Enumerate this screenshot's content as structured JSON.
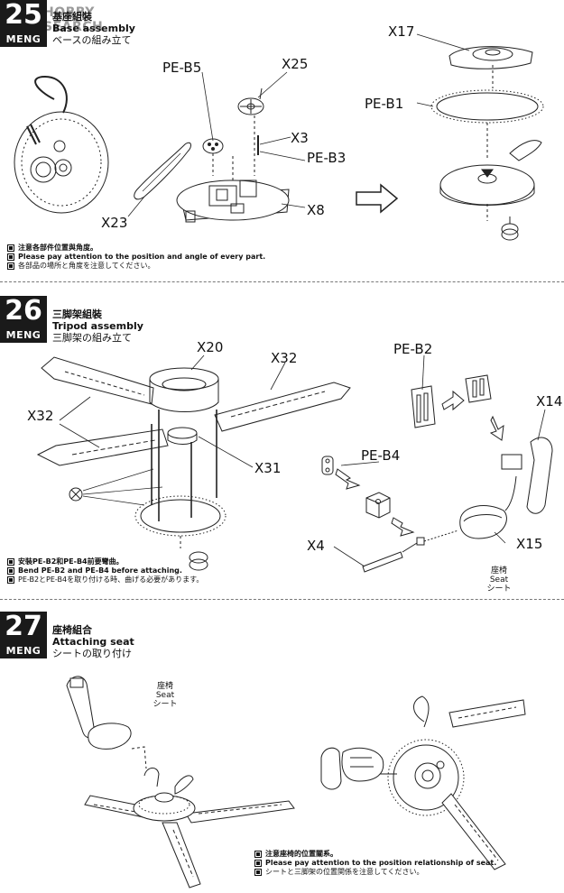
{
  "watermark": "HOBBY SEARCH",
  "brand": "MENG",
  "steps": [
    {
      "number": "25",
      "title_cn": "基座組裝",
      "title_en": "Base assembly",
      "title_jp": "ベースの組み立て",
      "labels": {
        "pe_b5": "PE-B5",
        "x25": "X25",
        "x3": "X3",
        "pe_b3": "PE-B3",
        "x23": "X23",
        "x8": "X8",
        "x17": "X17",
        "pe_b1": "PE-B1"
      },
      "notes": [
        "注意各部件位置與角度。",
        "Please pay attention to the position and angle of every part.",
        "各部品の場所と角度を注意してください。"
      ]
    },
    {
      "number": "26",
      "title_cn": "三脚架組裝",
      "title_en": "Tripod assembly",
      "title_jp": "三脚架の組み立て",
      "labels": {
        "x20": "X20",
        "x32_right": "X32",
        "x32_left": "X32",
        "x31": "X31",
        "pe_b2": "PE-B2",
        "x14": "X14",
        "pe_b4": "PE-B4",
        "x4": "X4",
        "x15": "X15"
      },
      "seat_label": [
        "座椅",
        "Seat",
        "シート"
      ],
      "notes": [
        "安裝PE-B2和PE-B4前要彎曲。",
        "Bend PE-B2 and PE-B4 before attaching.",
        "PE-B2とPE-B4を取り付ける時、曲げる必要があります。"
      ]
    },
    {
      "number": "27",
      "title_cn": "座椅組合",
      "title_en": "Attaching seat",
      "title_jp": "シートの取り付け",
      "seat_label": [
        "座椅",
        "Seat",
        "シート"
      ],
      "notes": [
        "注意座椅的位置關系。",
        "Please pay attention to the position relationship of seat.",
        "シートと三脚架の位置関係を注意してください。"
      ]
    }
  ]
}
